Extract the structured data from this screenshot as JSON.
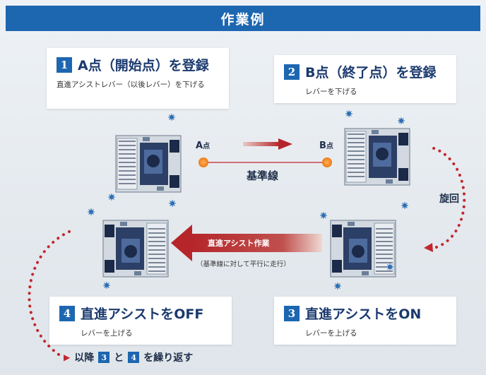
{
  "header": {
    "title": "作業例"
  },
  "steps": [
    {
      "num": "1",
      "title": "A点（開始点）を登録",
      "desc": "直進アシストレバー（以後レバー）を下げる"
    },
    {
      "num": "2",
      "title": "B点（終了点）を登録",
      "desc": "レバーを下げる"
    },
    {
      "num": "3",
      "title": "直進アシストをON",
      "desc": "レバーを上げる"
    },
    {
      "num": "4",
      "title": "直進アシストをOFF",
      "desc": "レバーを上げる"
    }
  ],
  "points": {
    "a_main": "A",
    "a_sub": "点",
    "b_main": "B",
    "b_sub": "点"
  },
  "baseline_label": "基準線",
  "turn_label": "旋回",
  "assist_arrow": {
    "label": "直進アシスト作業",
    "note": "（基準線に対して平行に走行）"
  },
  "footer": {
    "text1": "以降",
    "num1": "3",
    "text2": "と",
    "num2": "4",
    "text3": "を繰り返す"
  },
  "colors": {
    "header": "#1d66b0",
    "accent_red": "#b5252a",
    "point_orange": "#f07d1a"
  }
}
